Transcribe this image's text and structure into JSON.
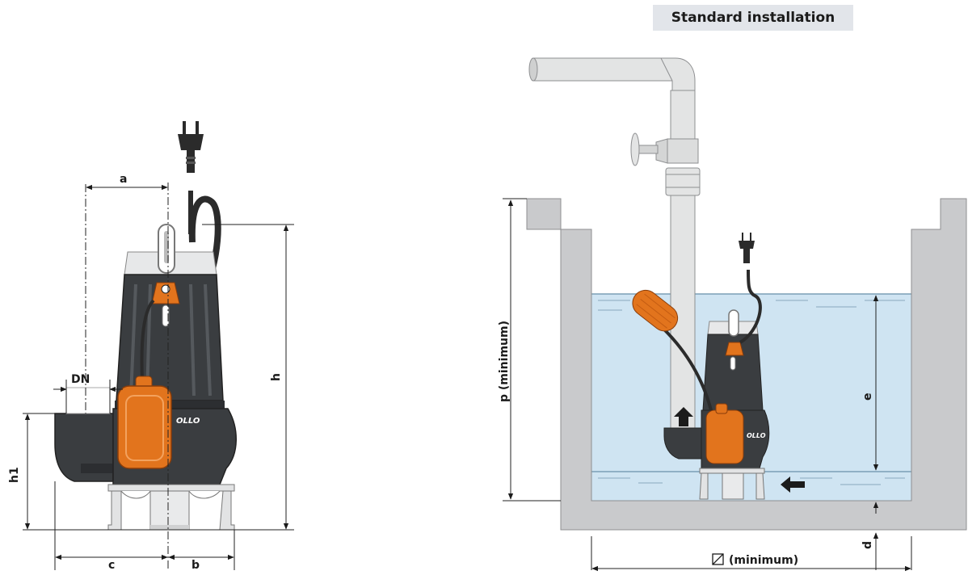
{
  "installation_title": "Standard installation",
  "pump_dimensions": {
    "labels": {
      "a": "a",
      "dn": "DN",
      "h": "h",
      "h1": "h1",
      "c": "c",
      "b": "b"
    },
    "brand_mark": "OLLO"
  },
  "installation": {
    "labels": {
      "p": "p (minimum)",
      "e": "e",
      "d": "d",
      "base": "(minimum)"
    },
    "base_symbol": "square-diagonal-icon",
    "brand_mark": "OLLO"
  },
  "colors": {
    "pump_body": "#3a3d40",
    "float": "#e2741d",
    "water": "#cfe4f2",
    "concrete": "#c9cacc",
    "pipe": "#dcdddd",
    "title_bg": "#e2e5ea"
  }
}
